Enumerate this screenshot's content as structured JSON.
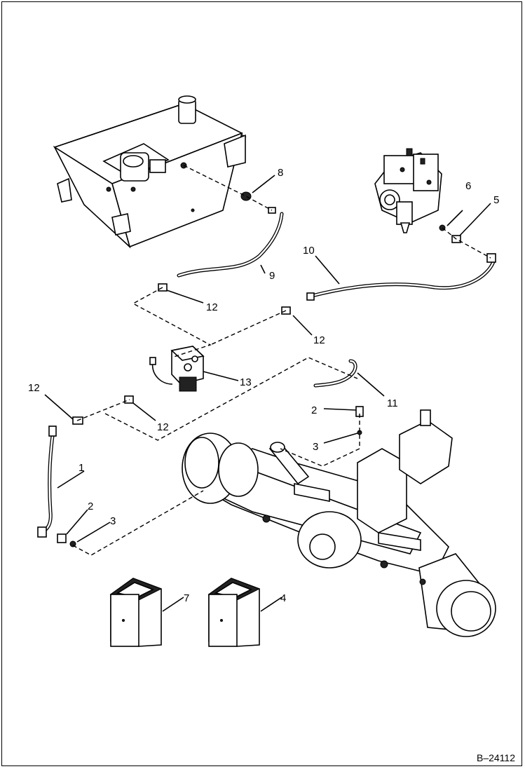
{
  "figure": {
    "reference_code": "B–24112"
  },
  "callouts": [
    {
      "id": "callout-1",
      "label": "1"
    },
    {
      "id": "callout-2a",
      "label": "2"
    },
    {
      "id": "callout-2b",
      "label": "2"
    },
    {
      "id": "callout-3a",
      "label": "3"
    },
    {
      "id": "callout-3b",
      "label": "3"
    },
    {
      "id": "callout-4",
      "label": "4"
    },
    {
      "id": "callout-5",
      "label": "5"
    },
    {
      "id": "callout-6",
      "label": "6"
    },
    {
      "id": "callout-7",
      "label": "7"
    },
    {
      "id": "callout-8",
      "label": "8"
    },
    {
      "id": "callout-9",
      "label": "9"
    },
    {
      "id": "callout-10",
      "label": "10"
    },
    {
      "id": "callout-11",
      "label": "11"
    },
    {
      "id": "callout-12a",
      "label": "12"
    },
    {
      "id": "callout-12b",
      "label": "12"
    },
    {
      "id": "callout-12c",
      "label": "12"
    },
    {
      "id": "callout-12d",
      "label": "12"
    },
    {
      "id": "callout-13",
      "label": "13"
    }
  ]
}
